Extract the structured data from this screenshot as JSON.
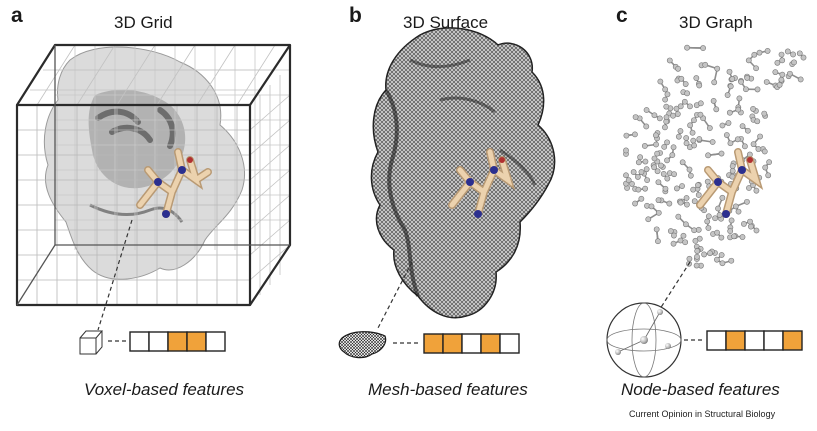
{
  "panels": [
    {
      "letter": "a",
      "title": "3D Grid",
      "caption": "Voxel-based features",
      "feature_vector": [
        false,
        false,
        true,
        true,
        false
      ],
      "accent": "#f0a23a"
    },
    {
      "letter": "b",
      "title": "3D Surface",
      "caption": "Mesh-based features",
      "feature_vector": [
        true,
        true,
        false,
        true,
        false
      ],
      "accent": "#f0a23a"
    },
    {
      "letter": "c",
      "title": "3D Graph",
      "caption": "Node-based features",
      "feature_vector": [
        false,
        true,
        false,
        false,
        true
      ],
      "accent": "#f0a23a"
    }
  ],
  "credit": "Current Opinion in Structural Biology",
  "colors": {
    "accent_orange": "#f0a23a",
    "ligand_tan": "#e2c29a",
    "ligand_blue": "#2b2f8f",
    "protein_gray": "#9c9c9c",
    "mesh_dark": "#2a2a2a"
  }
}
